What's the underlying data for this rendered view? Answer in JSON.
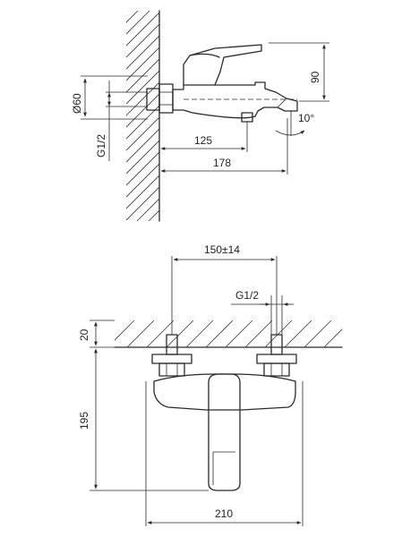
{
  "side_view": {
    "dim_diameter": "Ø60",
    "dim_thread": "G1/2",
    "dim_height": "90",
    "dim_angle": "10°",
    "dim_spout_offset": "125",
    "dim_length": "178"
  },
  "front_view": {
    "dim_spacing": "150±14",
    "dim_thread": "G1/2",
    "dim_wall_depth": "20",
    "dim_height": "195",
    "dim_width": "210"
  }
}
